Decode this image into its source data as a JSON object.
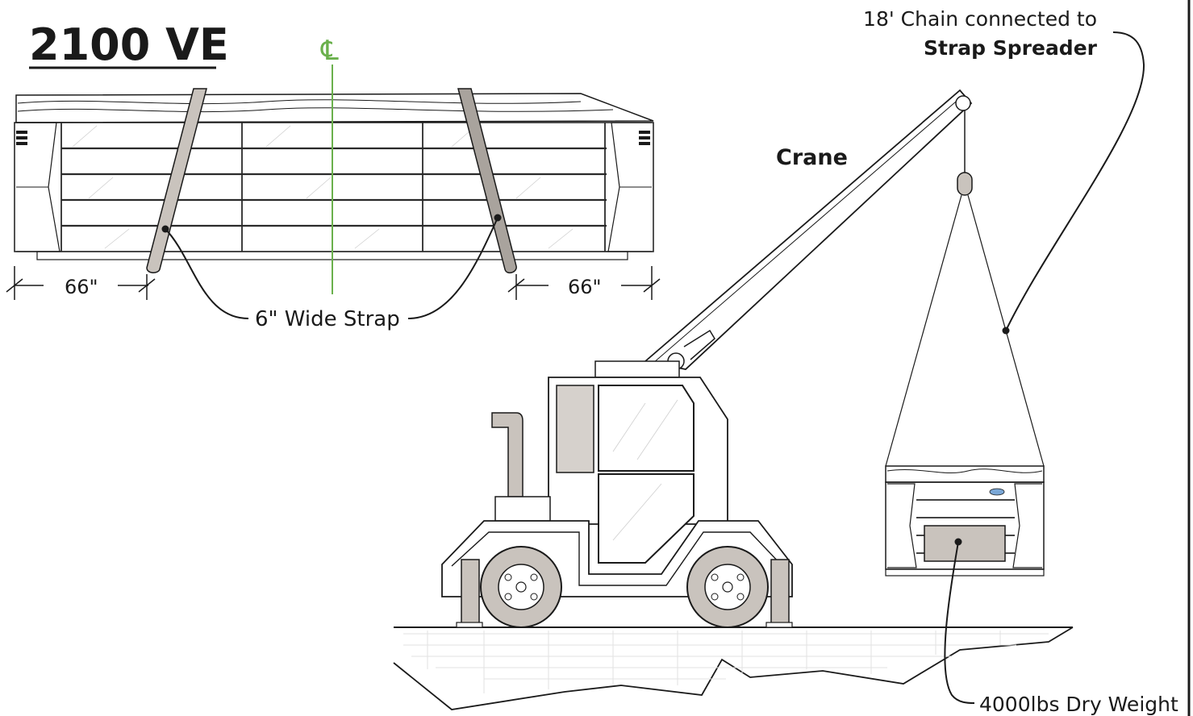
{
  "title": "2100 VE",
  "centerline_symbol": "℄",
  "dimension_left": "66\"",
  "dimension_right": "66\"",
  "strap_label": "6\" Wide Strap",
  "crane_label": "Crane",
  "chain_label_line1": "18' Chain connected to",
  "chain_label_line2": "Strap Spreader",
  "weight_label": "4000lbs Dry Weight",
  "colors": {
    "ink": "#1a1a1a",
    "centerline": "#6ab04c",
    "strap_fill": "#c9c3bd",
    "panel_fill": "#d6d1cc"
  }
}
